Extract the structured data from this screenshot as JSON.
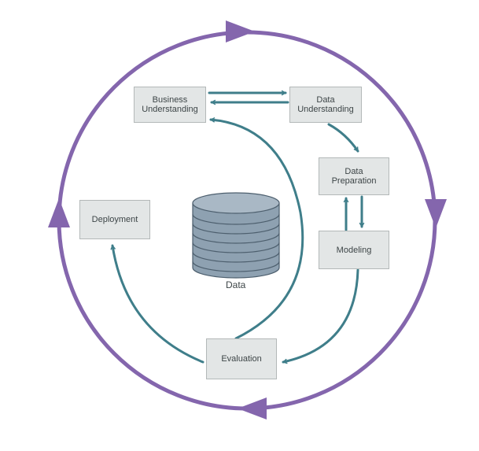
{
  "nodes": {
    "business_understanding": {
      "line1": "Business",
      "line2": "Understanding"
    },
    "data_understanding": {
      "line1": "Data",
      "line2": "Understanding"
    },
    "data_preparation": {
      "line1": "Data",
      "line2": "Preparation"
    },
    "modeling": {
      "label": "Modeling"
    },
    "evaluation": {
      "label": "Evaluation"
    },
    "deployment": {
      "label": "Deployment"
    }
  },
  "center": {
    "label": "Data"
  },
  "colors": {
    "outer_cycle": "#8466ad",
    "inner_arrows": "#3f7e8a",
    "box_fill": "#e3e6e6",
    "box_border": "#b3b8b8",
    "cylinder_fill": "#8ea1b1",
    "cylinder_stroke": "#4d5f6e",
    "text": "#3d4547"
  }
}
